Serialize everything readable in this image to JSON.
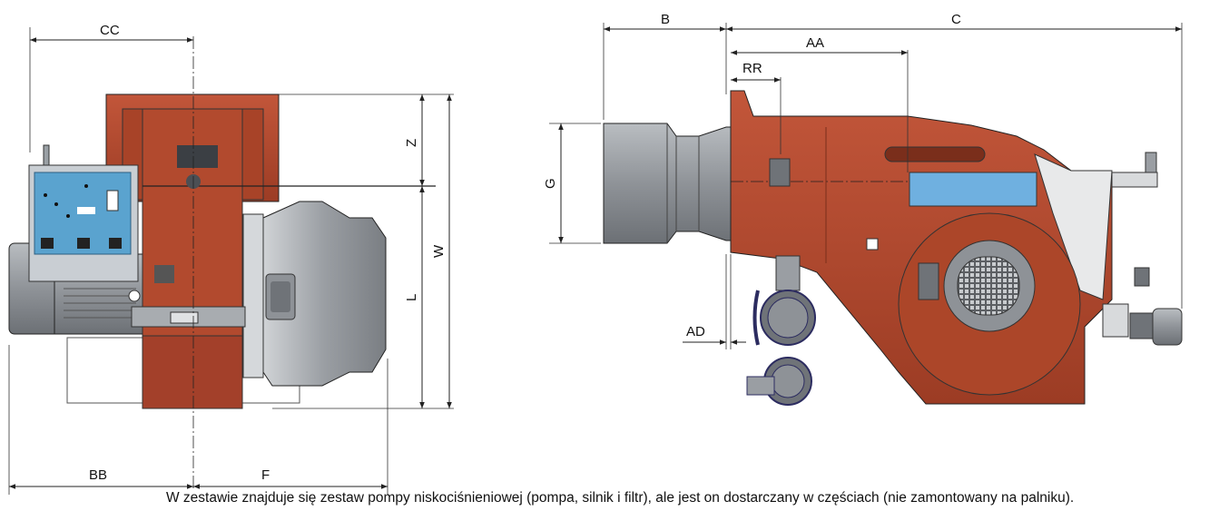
{
  "colors": {
    "burner_red": "#b4482c",
    "burner_red_dark": "#8d3520",
    "housing_grey": "#9a9ea3",
    "housing_grey_dark": "#6f7378",
    "panel_blue": "#5aa3cf",
    "panel_frame": "#c9ced3",
    "line": "#222222",
    "window_blue": "#6fb0e0"
  },
  "dimensions_front": {
    "cc": "CC",
    "z": "Z",
    "l": "L",
    "w": "W",
    "bb": "BB",
    "f": "F"
  },
  "dimensions_side": {
    "b": "B",
    "c": "C",
    "aa": "AA",
    "rr": "RR",
    "g": "G",
    "ad": "AD"
  },
  "caption": "W zestawie znajduje się zestaw pompy niskociśnieniowej (pompa, silnik i filtr), ale jest on dostarczany w częściach (nie zamontowany na palniku)."
}
